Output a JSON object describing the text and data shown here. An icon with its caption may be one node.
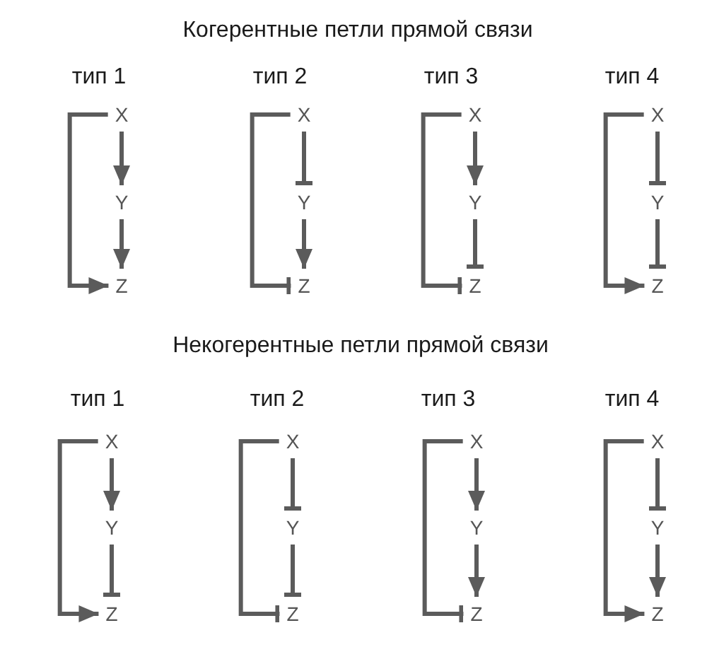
{
  "diagram": {
    "nodes": [
      {
        "text": [
          "X"
        ]
      },
      {
        "text": [
          "Y"
        ]
      },
      {
        "text": [
          "Z"
        ]
      },
      {
        "text": [
          "X"
        ]
      },
      {
        "text": [
          "Y"
        ]
      },
      {
        "text": [
          "Z"
        ]
      },
      {
        "text": [
          "X"
        ]
      },
      {
        "text": [
          "Y"
        ]
      },
      {
        "text": [
          "Z"
        ]
      },
      {
        "text": [
          "X"
        ]
      },
      {
        "text": [
          "Y"
        ]
      },
      {
        "text": [
          "Z"
        ]
      },
      {
        "text": [
          "X"
        ]
      },
      {
        "text": [
          "Y"
        ]
      },
      {
        "text": [
          "Z"
        ]
      },
      {
        "text": [
          "X"
        ]
      },
      {
        "text": [
          "Y"
        ]
      },
      {
        "text": [
          "Z"
        ]
      },
      {
        "text": [
          "X"
        ]
      },
      {
        "text": [
          "Y"
        ]
      },
      {
        "text": [
          "Z"
        ]
      },
      {
        "text": [
          "X"
        ]
      },
      {
        "text": [
          "Y"
        ]
      },
      {
        "text": [
          "Z"
        ]
      }
    ],
    "edges": [
      {
        "from": 0,
        "to": 1,
        "arrow": "to"
      },
      {
        "from": 1,
        "to": 2,
        "arrow": "to"
      },
      {
        "from": 0,
        "to": 2,
        "arrow": "to"
      },
      {
        "from": 3,
        "to": 4,
        "arrow": "other"
      },
      {
        "from": 4,
        "to": 5,
        "arrow": "to"
      },
      {
        "from": 3,
        "to": 5,
        "arrow": "other"
      },
      {
        "from": 6,
        "to": 7,
        "arrow": "to"
      },
      {
        "from": 7,
        "to": 8,
        "arrow": "other"
      },
      {
        "from": 6,
        "to": 8,
        "arrow": "other"
      },
      {
        "from": 9,
        "to": 10,
        "arrow": "other"
      },
      {
        "from": 10,
        "to": 11,
        "arrow": "other"
      },
      {
        "from": 9,
        "to": 11,
        "arrow": "to"
      },
      {
        "from": 12,
        "to": 13,
        "arrow": "to"
      },
      {
        "from": 13,
        "to": 14,
        "arrow": "other"
      },
      {
        "from": 12,
        "to": 14,
        "arrow": "to"
      },
      {
        "from": 15,
        "to": 16,
        "arrow": "other"
      },
      {
        "from": 16,
        "to": 17,
        "arrow": "other"
      },
      {
        "from": 15,
        "to": 17,
        "arrow": "other"
      },
      {
        "from": 18,
        "to": 19,
        "arrow": "to"
      },
      {
        "from": 19,
        "to": 20,
        "arrow": "to"
      },
      {
        "from": 18,
        "to": 20,
        "arrow": "other"
      },
      {
        "from": 21,
        "to": 22,
        "arrow": "other"
      },
      {
        "from": 22,
        "to": 23,
        "arrow": "to"
      },
      {
        "from": 21,
        "to": 23,
        "arrow": "to"
      }
    ],
    "labels": [
      "Когерентные петли прямой связи",
      "тип 1",
      "тип 2",
      "тип 3",
      "тип 4",
      "Некогерентные петли прямой связи",
      "тип 1",
      "тип 2",
      "тип 3",
      "тип 4"
    ]
  }
}
